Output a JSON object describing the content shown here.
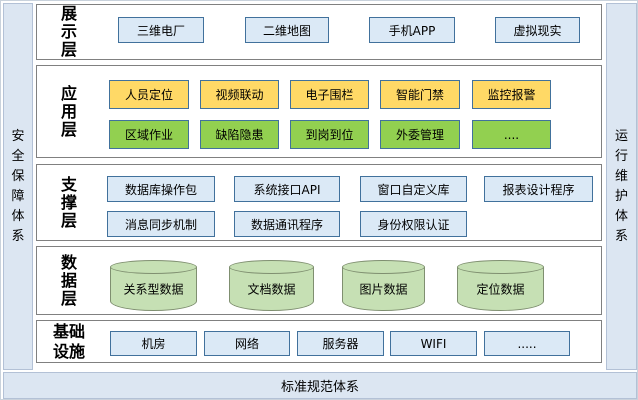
{
  "frames": {
    "left_label": "安全保障体系",
    "right_label": "运行维护体系",
    "bottom_label": "标准规范体系"
  },
  "layers": {
    "presentation": {
      "title": "展示层",
      "boxes": [
        "三维电厂",
        "二维地图",
        "手机APP",
        "虚拟现实"
      ]
    },
    "application": {
      "title": "应用层",
      "row1": [
        "人员定位",
        "视频联动",
        "电子围栏",
        "智能门禁",
        "监控报警"
      ],
      "row2": [
        "区域作业",
        "缺陷隐患",
        "到岗到位",
        "外委管理",
        "...."
      ]
    },
    "support": {
      "title": "支撑层",
      "row1": [
        "数据库操作包",
        "系统接口API",
        "窗口自定义库",
        "报表设计程序"
      ],
      "row2": [
        "消息同步机制",
        "数据通讯程序",
        "身份权限认证"
      ]
    },
    "data": {
      "title": "数据层",
      "cylinders": [
        "关系型数据",
        "文档数据",
        "图片数据",
        "定位数据"
      ]
    },
    "infrastructure": {
      "title": "基础设施",
      "boxes": [
        "机房",
        "网络",
        "服务器",
        "WIFI",
        "....."
      ]
    }
  },
  "colors": {
    "box_blue_fill": "#dbe9f6",
    "box_border": "#41719c",
    "box_yellow_fill": "#ffd966",
    "box_green_fill": "#92d050",
    "cylinder_fill": "#c6e0b4",
    "cylinder_border": "#7f8f70",
    "frame_fill": "#dce6f2",
    "frame_border": "#b3c1d6",
    "layer_border": "#808080"
  }
}
